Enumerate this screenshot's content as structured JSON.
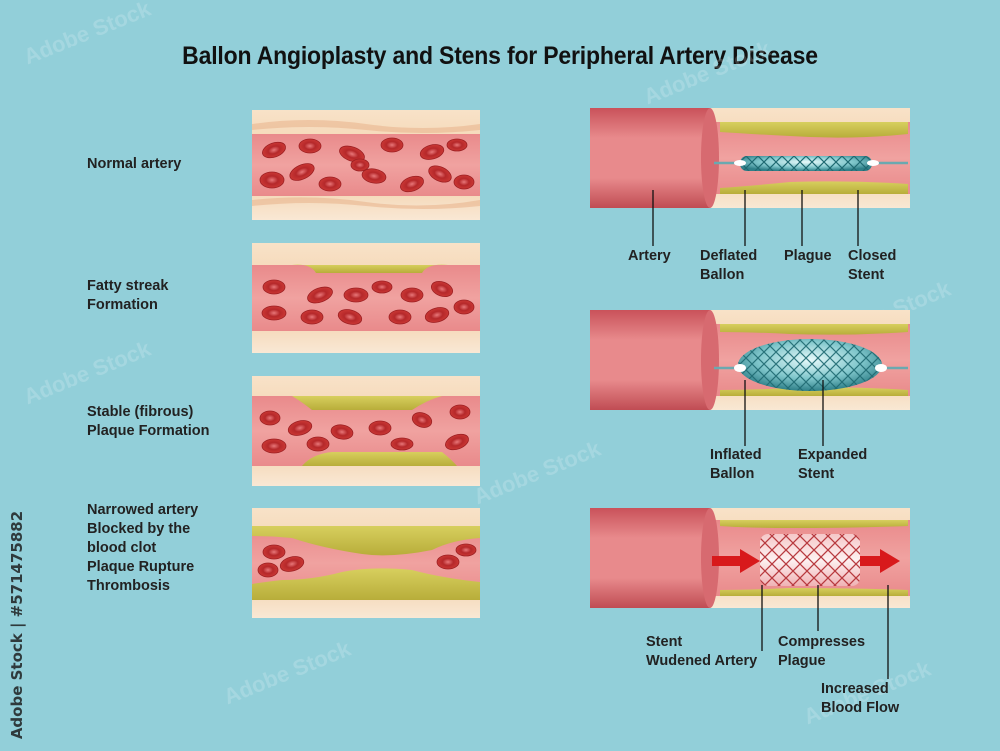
{
  "title": "Ballon Angioplasty and Stens for Peripheral Artery Disease",
  "left_labels": {
    "normal": [
      "Normal  artery"
    ],
    "fatty": [
      "Fatty streak",
      "Formation"
    ],
    "stable": [
      "Stable (fibrous)",
      "Plaque Formation"
    ],
    "narrowed": [
      "Narrowed  artery",
      "Blocked by the",
      "blood clot",
      "Plaque Rupture",
      "Thrombosis"
    ]
  },
  "right_labels": {
    "panel1": {
      "artery": "Artery",
      "deflated": [
        "Deflated",
        "Ballon"
      ],
      "plague": "Plague",
      "closed": [
        "Closed",
        "Stent"
      ]
    },
    "panel2": {
      "inflated": [
        "Inflated",
        "Ballon"
      ],
      "expanded": [
        "Expanded",
        "Stent"
      ]
    },
    "panel3": {
      "stent": [
        "Stent",
        "Wudened Artery"
      ],
      "compresses": [
        "Compresses",
        "Plague"
      ],
      "increased": [
        "Increased",
        "Blood Flow"
      ]
    }
  },
  "watermark": "Adobe Stock | #571475882",
  "faint_watermark": "Adobe Stock",
  "colors": {
    "background": "#92cfd9",
    "wall": "#f4d7b2",
    "lumen": "#e9868a",
    "rbc": "#c8302e",
    "plaque": "#c9c04a",
    "stent": "#3d8c93",
    "arrow": "#d8191b"
  }
}
